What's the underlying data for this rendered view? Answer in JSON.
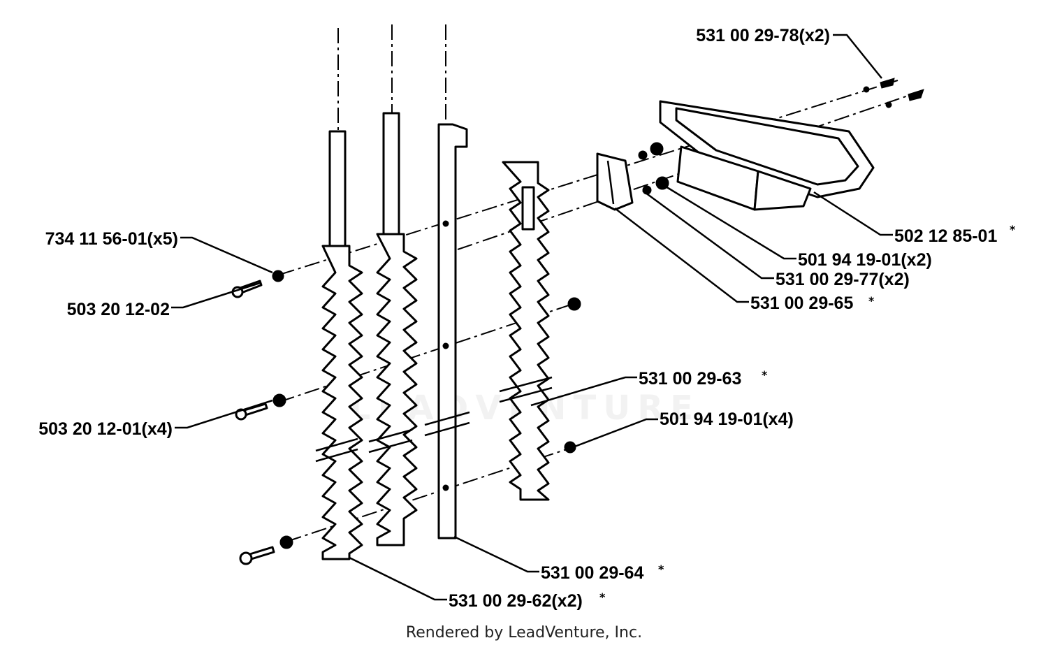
{
  "parts": {
    "p_734_11_56_01": "734 11 56-01(x5)",
    "p_503_20_12_02": "503 20 12-02",
    "p_503_20_12_01": "503 20 12-01(x4)",
    "p_531_00_29_78": "531 00 29-78(x2)",
    "p_502_12_85_01": "502 12 85-01",
    "p_501_94_19_01_x2": "501 94 19-01(x2)",
    "p_531_00_29_77": "531 00 29-77(x2)",
    "p_531_00_29_65": "531 00 29-65",
    "p_531_00_29_63": "531 00 29-63",
    "p_501_94_19_01_x4": "501 94 19-01(x4)",
    "p_531_00_29_64": "531 00 29-64",
    "p_531_00_29_62": "531 00 29-62(x2)"
  },
  "note_marker": "*",
  "footer": {
    "credit": "Rendered by LeadVenture, Inc."
  },
  "watermark": {
    "text": "LEADVENTURE"
  }
}
